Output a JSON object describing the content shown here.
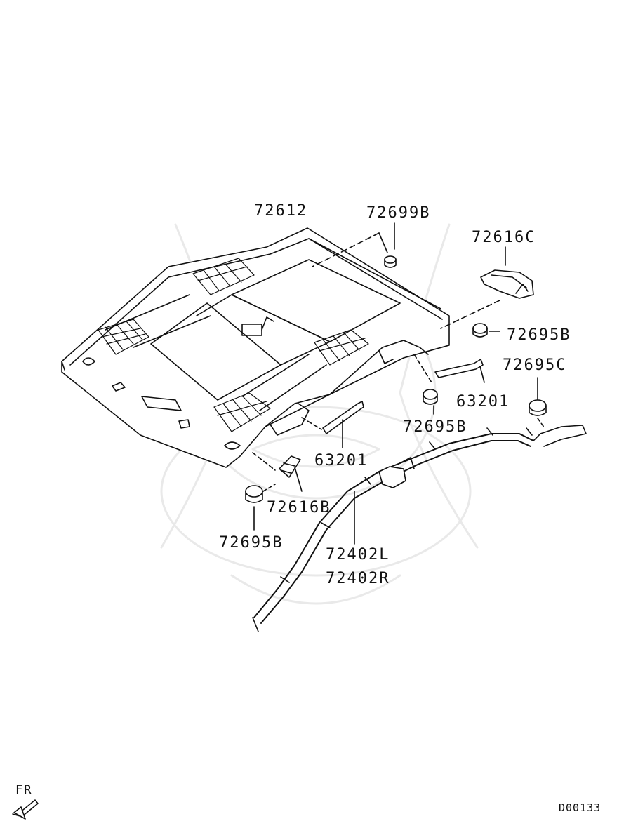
{
  "diagram": {
    "part_labels": {
      "headlining": "72612",
      "clip_top": "72699B",
      "bracket_rear": "72616C",
      "clip_rear_1": "72695B",
      "clip_c": "72695C",
      "handle_rear": "63201",
      "clip_mid": "72695B",
      "handle_front": "63201",
      "bracket_front": "72616B",
      "clip_front": "72695B",
      "airbag_left": "72402L",
      "airbag_right": "72402R"
    },
    "direction_label": "FR",
    "diagram_code": "D00133"
  }
}
